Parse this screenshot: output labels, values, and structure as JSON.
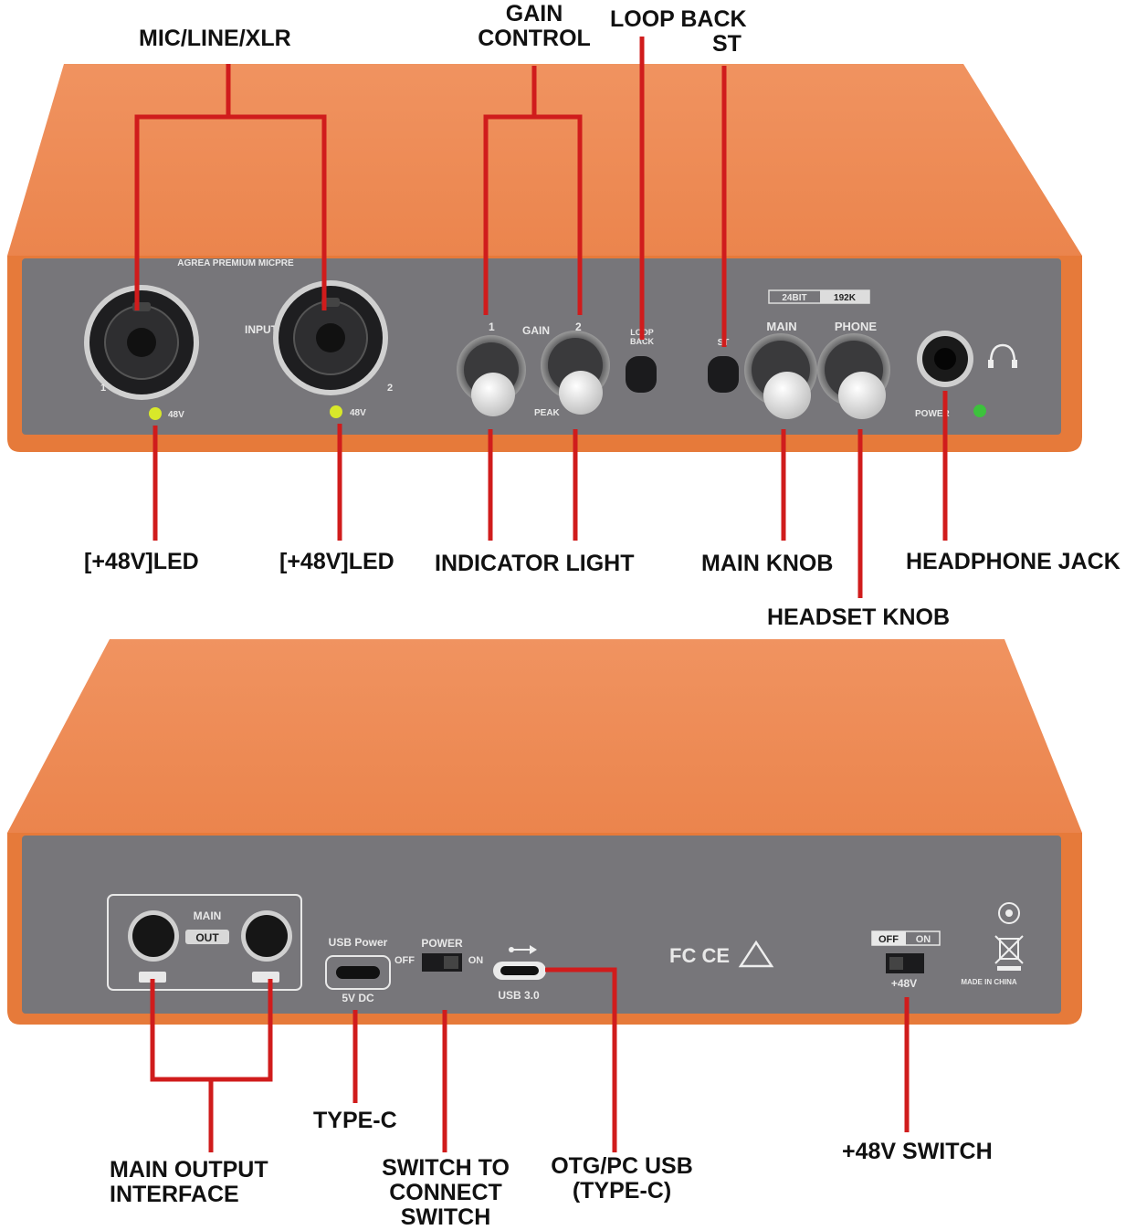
{
  "colors": {
    "case_orange": "#e8783c",
    "case_orange_top": "#ee8a55",
    "panel_grey": "#77767a",
    "callout_red": "#d01c1c",
    "led_yellow": "#d8e82a",
    "led_green": "#3cc23c"
  },
  "callouts": {
    "mic_line_xlr": "MIC/LINE/XLR",
    "gain_control_1": "GAIN",
    "gain_control_2": "CONTROL",
    "loop_back": "LOOP BACK",
    "st": "ST",
    "led_48v_left": "[+48V]LED",
    "led_48v_right": "[+48V]LED",
    "indicator_light": "INDICATOR LIGHT",
    "main_knob": "MAIN KNOB",
    "headphone_jack": "HEADPHONE JACK",
    "headset_knob": "HEADSET KNOB",
    "main_output_1": "MAIN OUTPUT",
    "main_output_2": "INTERFACE",
    "type_c": "TYPE-C",
    "switch_connect_1": "SWITCH TO",
    "switch_connect_2": "CONNECT",
    "switch_connect_3": "SWITCH",
    "otg_usb_1": "OTG/PC USB",
    "otg_usb_2": "(TYPE-C)",
    "switch_48v": "+48V SWITCH"
  },
  "front_panel": {
    "preamp_label": "AGREA PREMIUM MICPRE",
    "input_label": "INPUT",
    "ch1": "1",
    "ch2": "2",
    "led_48v": "48V",
    "gain_label": "GAIN",
    "gain_ch1": "1",
    "gain_ch2": "2",
    "peak": "PEAK",
    "loop_back_1": "LOOP",
    "loop_back_2": "BACK",
    "st": "ST",
    "bit_depth": "24BIT",
    "sample_rate": "192K",
    "main": "MAIN",
    "phone": "PHONE",
    "power": "POWER"
  },
  "back_panel": {
    "main": "MAIN",
    "out": "OUT",
    "usb_power": "USB Power",
    "power": "POWER",
    "off": "OFF",
    "on": "ON",
    "dc": "5V DC",
    "usb3": "USB 3.0",
    "certs": "FC CE",
    "phantom_off": "OFF",
    "phantom_on": "ON",
    "phantom": "+48V",
    "made_in": "MADE IN CHINA"
  }
}
